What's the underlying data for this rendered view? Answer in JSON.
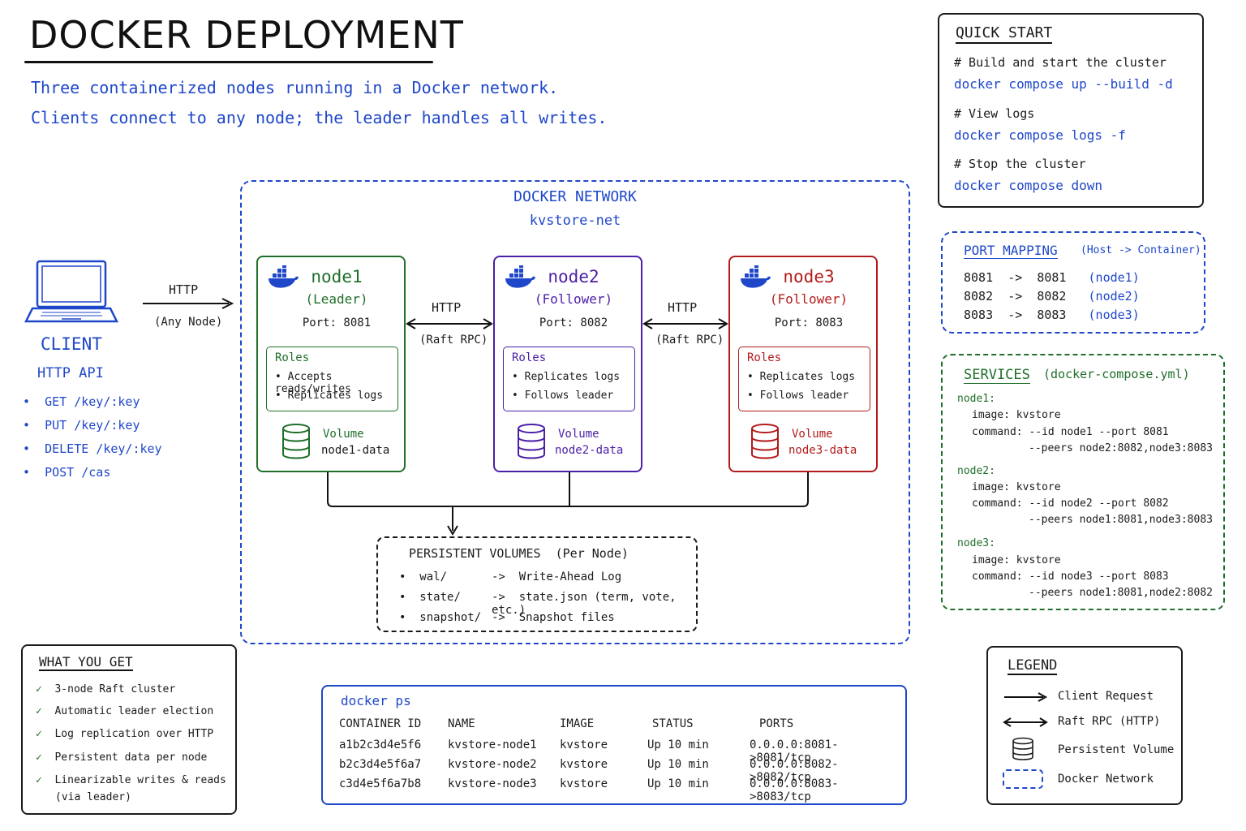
{
  "title": "DOCKER DEPLOYMENT",
  "subtitle": {
    "line1": "Three containerized nodes running in a Docker network.",
    "line2": "Clients connect to any node; the leader handles all writes."
  },
  "client": {
    "label": "CLIENT",
    "api_title": "HTTP API",
    "endpoints": [
      "GET /key/:key",
      "PUT /key/:key",
      "DELETE /key/:key",
      "POST /cas"
    ],
    "arrow_label": "HTTP",
    "arrow_sublabel": "(Any Node)"
  },
  "network": {
    "title": "DOCKER NETWORK",
    "name": "kvstore-net"
  },
  "nodes": [
    {
      "name": "node1",
      "role": "(Leader)",
      "port": "Port: 8081",
      "roles_title": "Roles",
      "roles": [
        "Accepts reads/writes",
        "Replicates logs"
      ],
      "volume_label": "Volume",
      "volume_name": "node1-data",
      "color": "#1f6f2a"
    },
    {
      "name": "node2",
      "role": "(Follower)",
      "port": "Port: 8082",
      "roles_title": "Roles",
      "roles": [
        "Replicates logs",
        "Follows leader"
      ],
      "volume_label": "Volume",
      "volume_name": "node2-data",
      "color": "#4b20a8"
    },
    {
      "name": "node3",
      "role": "(Follower)",
      "port": "Port: 8083",
      "roles_title": "Roles",
      "roles": [
        "Replicates logs",
        "Follows leader"
      ],
      "volume_label": "Volume",
      "volume_name": "node3-data",
      "color": "#b31b1b"
    }
  ],
  "links": [
    {
      "label": "HTTP",
      "sublabel": "(Raft RPC)"
    },
    {
      "label": "HTTP",
      "sublabel": "(Raft RPC)"
    }
  ],
  "volumes": {
    "title": "PERSISTENT VOLUMES",
    "subtitle": "(Per Node)",
    "items": [
      {
        "path": "wal/",
        "desc": "Write-Ahead Log"
      },
      {
        "path": "state/",
        "desc": "state.json (term, vote, etc.)"
      },
      {
        "path": "snapshot/",
        "desc": "Snapshot files"
      }
    ],
    "arrow": "->"
  },
  "quick_start": {
    "title": "QUICK START",
    "steps": [
      {
        "comment": "# Build and start the cluster",
        "command": "docker compose up --build -d"
      },
      {
        "comment": "# View logs",
        "command": "docker compose logs -f"
      },
      {
        "comment": "# Stop the cluster",
        "command": "docker compose down"
      }
    ]
  },
  "port_mapping": {
    "title": "PORT MAPPING",
    "subtitle": "(Host -> Container)",
    "rows": [
      {
        "host": "8081",
        "container": "8081",
        "node": "(node1)"
      },
      {
        "host": "8082",
        "container": "8082",
        "node": "(node2)"
      },
      {
        "host": "8083",
        "container": "8083",
        "node": "(node3)"
      }
    ],
    "arrow": "->"
  },
  "services": {
    "title": "SERVICES",
    "subtitle": "(docker-compose.yml)",
    "items": [
      {
        "name": "node1:",
        "image": "image: kvstore",
        "command": "command: --id node1 --port 8081",
        "peers": "--peers node2:8082,node3:8083"
      },
      {
        "name": "node2:",
        "image": "image: kvstore",
        "command": "command: --id node2 --port 8082",
        "peers": "--peers node1:8081,node3:8083"
      },
      {
        "name": "node3:",
        "image": "image: kvstore",
        "command": "command: --id node3 --port 8083",
        "peers": "--peers node1:8081,node2:8082"
      }
    ]
  },
  "what_you_get": {
    "title": "WHAT YOU GET",
    "items": [
      "3-node Raft cluster",
      "Automatic leader election",
      "Log replication over HTTP",
      "Persistent data per node",
      "Linearizable writes & reads"
    ],
    "last_suffix": "(via leader)",
    "check": "✓"
  },
  "docker_ps": {
    "title": "docker ps",
    "headers": [
      "CONTAINER ID",
      "NAME",
      "IMAGE",
      "STATUS",
      "PORTS"
    ],
    "rows": [
      [
        "a1b2c3d4e5f6",
        "kvstore-node1",
        "kvstore",
        "Up 10 min",
        "0.0.0.0:8081->8081/tcp"
      ],
      [
        "b2c3d4e5f6a7",
        "kvstore-node2",
        "kvstore",
        "Up 10 min",
        "0.0.0.0:8082->8082/tcp"
      ],
      [
        "c3d4e5f6a7b8",
        "kvstore-node3",
        "kvstore",
        "Up 10 min",
        "0.0.0.0:8083->8083/tcp"
      ]
    ]
  },
  "legend": {
    "title": "LEGEND",
    "items": [
      "Client Request",
      "Raft RPC (HTTP)",
      "Persistent Volume",
      "Docker Network"
    ]
  }
}
